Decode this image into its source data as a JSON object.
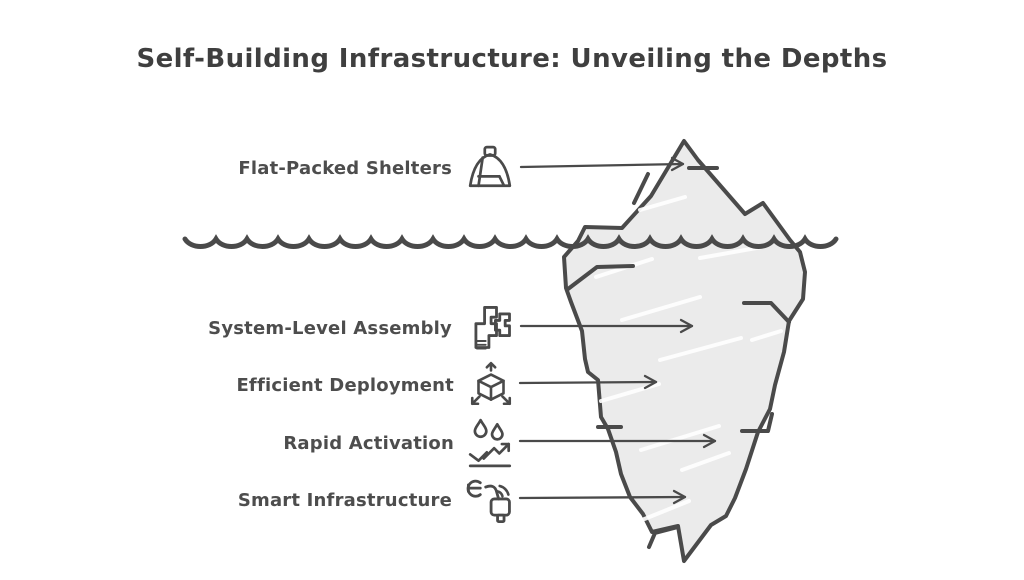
{
  "title": "Self-Building Infrastructure: Unveiling the Depths",
  "colors": {
    "ink": "#4a4a4a",
    "title_ink": "#3f3f3f",
    "iceberg_fill": "#ebebeb",
    "background": "#ffffff",
    "highlight_streak": "#ffffff"
  },
  "diagram": {
    "type": "iceberg-infographic",
    "waterline": "wavy horizontal line separating above-water and below-water zones",
    "above_water_items": [
      "Flat-Packed Shelters"
    ],
    "below_water_items": [
      "System-Level Assembly",
      "Efficient Deployment",
      "Rapid Activation",
      "Smart Infrastructure"
    ]
  },
  "labels": [
    {
      "text": "Flat-Packed Shelters",
      "icon": "shelter-icon",
      "zone": "above-water"
    },
    {
      "text": "System-Level Assembly",
      "icon": "assembly-icon",
      "zone": "below-water"
    },
    {
      "text": "Efficient Deployment",
      "icon": "deployment-icon",
      "zone": "below-water"
    },
    {
      "text": "Rapid Activation",
      "icon": "activation-icon",
      "zone": "below-water"
    },
    {
      "text": "Smart Infrastructure",
      "icon": "infrastructure-icon",
      "zone": "below-water"
    }
  ]
}
